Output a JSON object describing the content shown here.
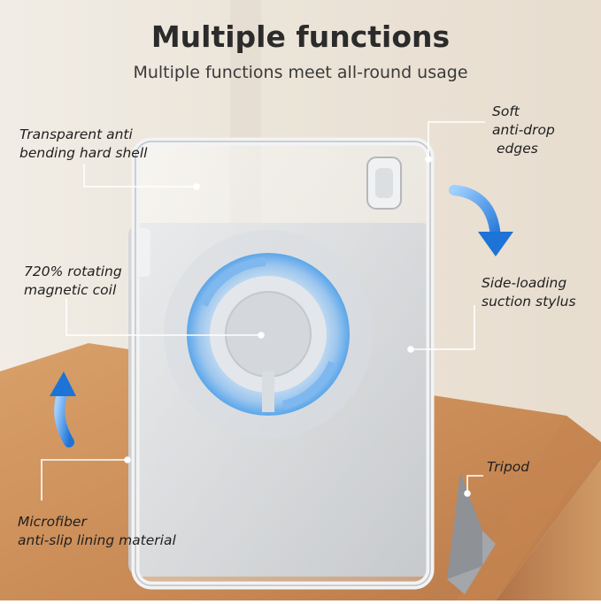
{
  "header": {
    "title": "Multiple functions",
    "subtitle": "Multiple functions meet all-round usage"
  },
  "features": {
    "shell": [
      "Transparent anti",
      "bending hard shell"
    ],
    "edges": [
      "Soft",
      "anti-drop",
      "edges"
    ],
    "coil": [
      "720% rotating",
      "magnetic coil"
    ],
    "stylus": [
      "Side-loading",
      "suction stylus"
    ],
    "tripod": [
      "Tripod"
    ],
    "lining": [
      "Microfiber",
      "anti-slip lining material"
    ]
  },
  "colors": {
    "accent_blue": "#2f8fe0",
    "wall": "#ece6dc",
    "wood": "#c98a55",
    "case_grey": "#c9cbcd"
  }
}
